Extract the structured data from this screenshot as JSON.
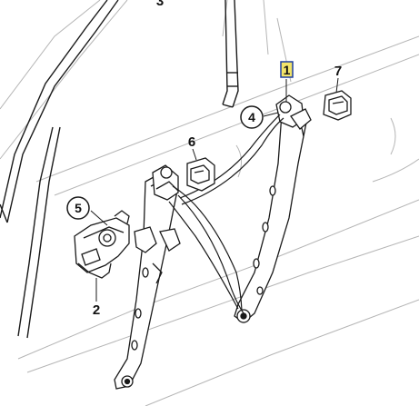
{
  "diagram": {
    "type": "exploded-parts-illustration",
    "colors": {
      "background": "#ffffff",
      "line": "#1a1a1a",
      "light_line": "#b5b5b5",
      "highlight_box": "#1f3f9f",
      "highlight_fill": "#f2e46a"
    },
    "labels": {
      "n1": "1",
      "n2": "2",
      "n3": "3",
      "n4": "4",
      "n5": "5",
      "n6": "6",
      "n7": "7"
    }
  }
}
